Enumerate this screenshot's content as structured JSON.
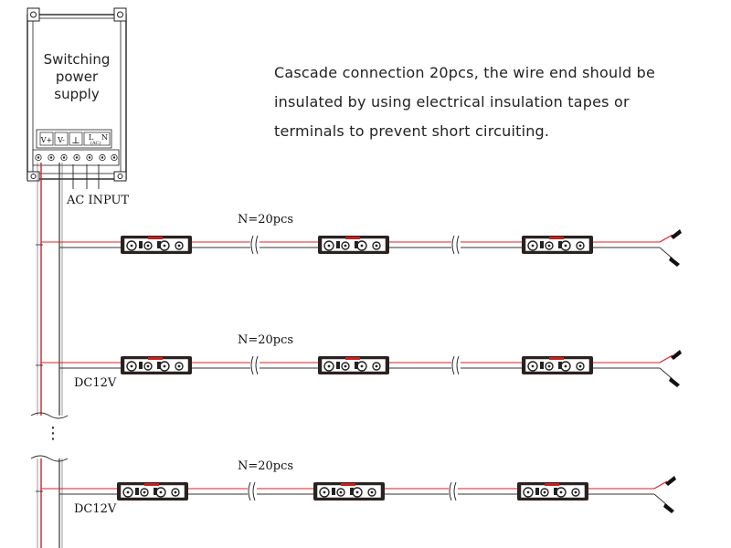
{
  "power_supply": {
    "title_lines": [
      "Switching",
      "power",
      "supply"
    ],
    "terminals": [
      "V+",
      "V-",
      "⊥",
      "L",
      "N"
    ],
    "terminal_l_sub": "(AC)",
    "input_label": "AC INPUT"
  },
  "note_lines": [
    "Cascade connection 20pcs, the wire end should be",
    "insulated by using electrical insulation tapes or",
    "terminals to prevent short circuiting."
  ],
  "strings": [
    {
      "count_label": "N=20pcs",
      "voltage_label": ""
    },
    {
      "count_label": "N=20pcs",
      "voltage_label": "DC12V"
    },
    {
      "count_label": "N=20pcs",
      "voltage_label": "DC12V"
    }
  ],
  "continuation_glyph": "⋮",
  "colors": {
    "positive_wire": "#d8202a",
    "negative_wire": "#333333",
    "module_body": "#2a2220",
    "module_accent": "#c8201c"
  }
}
